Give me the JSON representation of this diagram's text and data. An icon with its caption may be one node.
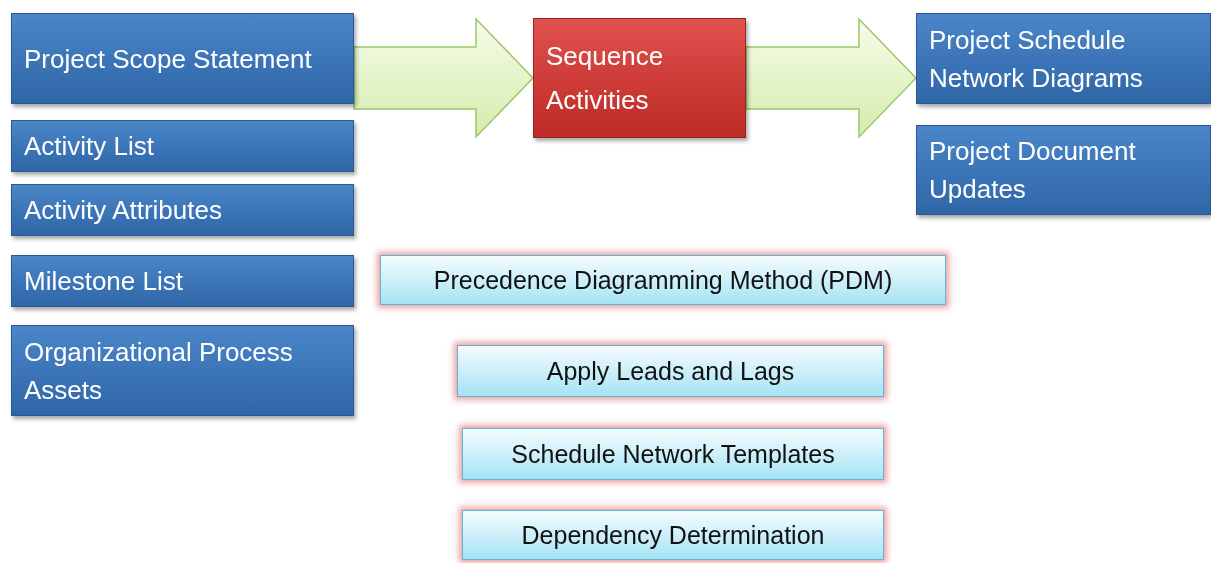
{
  "diagram": {
    "nodes": [
      {
        "text": [
          "Project Scope Statement"
        ]
      },
      {
        "text": [
          "Activity List"
        ]
      },
      {
        "text": [
          "Activity Attributes"
        ]
      },
      {
        "text": [
          "Milestone List"
        ]
      },
      {
        "text": [
          "Organizational Process Assets"
        ]
      },
      {
        "text": [
          "Sequence Activities"
        ]
      },
      {
        "text": [
          "Project Schedule Network Diagrams"
        ]
      },
      {
        "text": [
          "Project Document Updates"
        ]
      },
      {
        "text": [
          "Precedence Diagramming Method (PDM)"
        ]
      },
      {
        "text": [
          "Apply Leads and Lags"
        ]
      },
      {
        "text": [
          "Schedule Network Templates"
        ]
      },
      {
        "text": [
          "Dependency Determination"
        ]
      }
    ],
    "edges": [
      {
        "from": 0,
        "to": 5,
        "arrow": "to"
      },
      {
        "from": 5,
        "to": 6,
        "arrow": "to"
      }
    ]
  }
}
